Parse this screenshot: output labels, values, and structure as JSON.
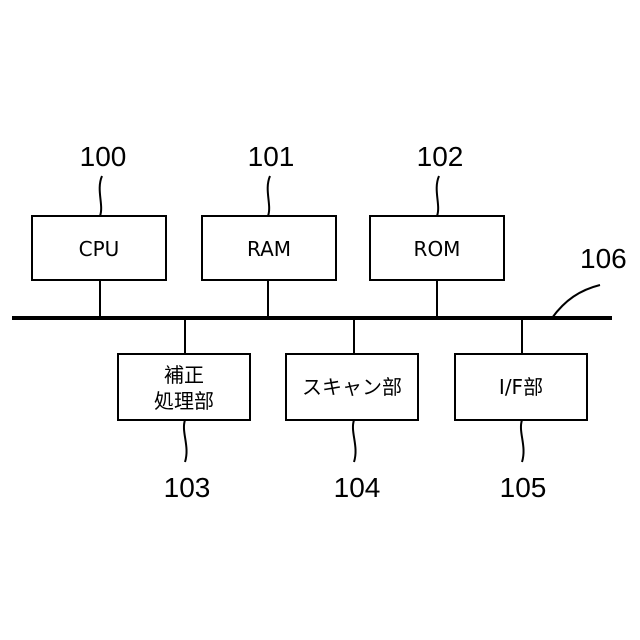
{
  "blocks": {
    "cpu": {
      "label": "CPU",
      "ref": "100"
    },
    "ram": {
      "label": "RAM",
      "ref": "101"
    },
    "rom": {
      "label": "ROM",
      "ref": "102"
    },
    "correction": {
      "label_line1": "補正",
      "label_line2": "処理部",
      "ref": "103"
    },
    "scan": {
      "label": "スキャン部",
      "ref": "104"
    },
    "interface": {
      "label": "I/F部",
      "ref": "105"
    }
  },
  "bus": {
    "ref": "106"
  }
}
